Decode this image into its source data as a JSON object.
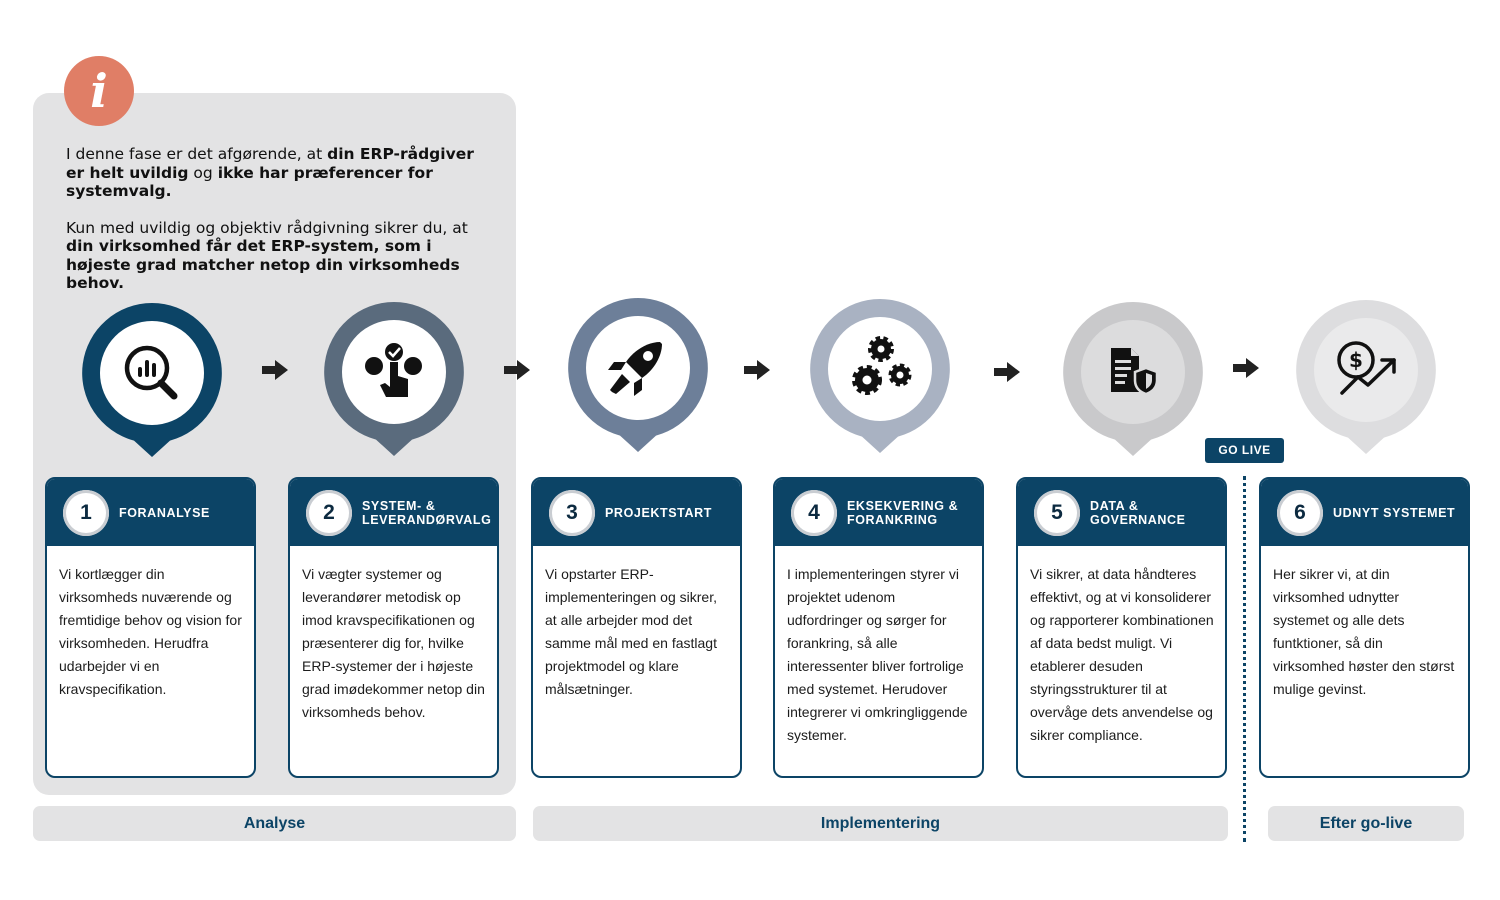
{
  "info": {
    "icon": "info-icon",
    "badge_letter": "i",
    "p1_a": "I denne fase er det afgørende, at ",
    "p1_b": "din ERP-rådgiver er helt uvildig",
    "p1_c": " og ",
    "p1_d": "ikke har præferencer for systemvalg.",
    "p2_a": "Kun med uvildig og objektiv rådgivning sikrer du, at ",
    "p2_b": "din virksomhed får det ERP-system, som i højeste grad matcher netop din virksomheds behov."
  },
  "colors": {
    "navy": "#0c4466",
    "badge_orange": "#e07e66",
    "panel_gray": "#e3e3e4",
    "ring_1": "#0c4466",
    "ring_2": "#5a6b7d",
    "ring_3": "#6d7f99",
    "ring_4": "#a9b2c2",
    "ring_5": "#c9c9cb",
    "ring_6": "#dddddf"
  },
  "steps": [
    {
      "number": "1",
      "title": "FORANALYSE",
      "icon": "analytics-search-icon",
      "body": "Vi kortlægger din virksomheds nuværende og fremtidige behov og vision for virksomheden. Herudfra udarbejder vi en kravspecifikation."
    },
    {
      "number": "2",
      "title": "SYSTEM- & LEVERANDØRVALG",
      "icon": "selection-choice-icon",
      "body": "Vi vægter systemer og leverandører metodisk op imod kravspecifikationen og præsenterer dig for, hvilke ERP-systemer der i højeste grad imødekommer netop din virksomheds behov."
    },
    {
      "number": "3",
      "title": "PROJEKTSTART",
      "icon": "rocket-icon",
      "body": "Vi opstarter ERP-implementeringen og sikrer, at alle arbejder mod det samme mål med en fastlagt projektmodel og klare målsætninger."
    },
    {
      "number": "4",
      "title": "EKSEKVERING & FORANKRING",
      "icon": "gears-icon",
      "body": "I implementeringen styrer vi projektet udenom udfordringer og sørger for forankring, så alle interessenter bliver fortrolige med systemet. Herudover integrerer vi omkringliggende systemer."
    },
    {
      "number": "5",
      "title": "DATA & GOVERNANCE",
      "icon": "document-shield-icon",
      "body": "Vi sikrer, at data håndteres effektivt, og at vi konsoliderer og rapporterer kombinationen af data bedst muligt. Vi etablerer desuden styringsstrukturer til at overvåge dets anvendelse og sikrer compliance."
    },
    {
      "number": "6",
      "title": "UDNYT SYSTEMET",
      "icon": "money-growth-icon",
      "body": "Her sikrer vi, at din virksomhed udnytter systemet og alle dets funtktioner, så din virksomhed høster den størst mulige gevinst."
    }
  ],
  "golive": "GO LIVE",
  "phases": {
    "analyse": "Analyse",
    "implementering": "Implementering",
    "efter": "Efter go-live"
  }
}
